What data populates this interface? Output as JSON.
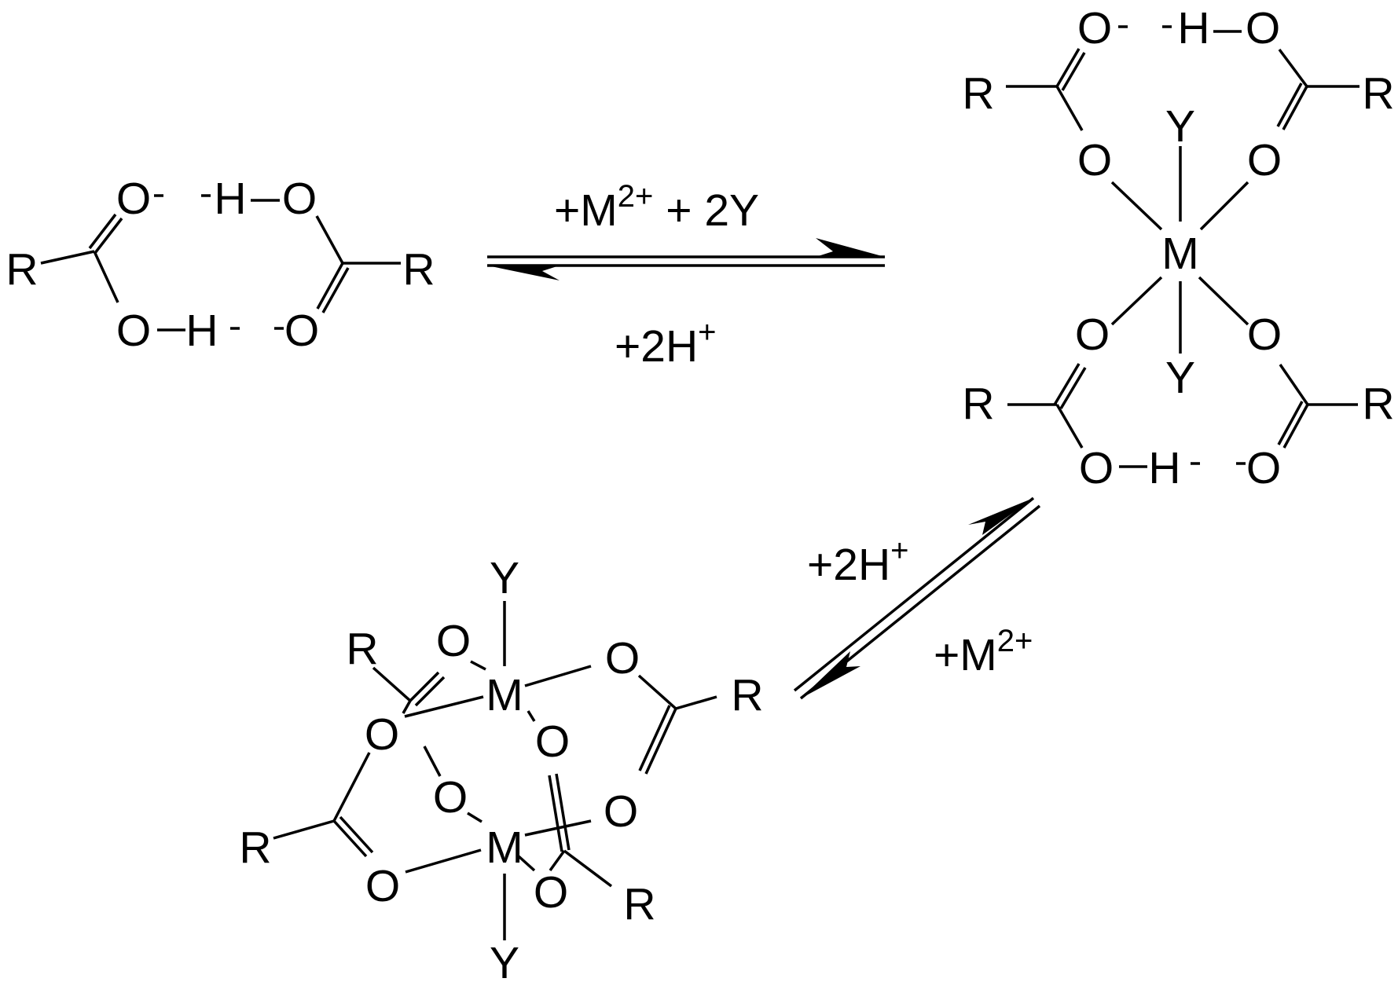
{
  "colors": {
    "ink": "#000000",
    "background": "#ffffff"
  },
  "atoms": {
    "r": "R",
    "o": "O",
    "h": "H",
    "m": "M",
    "y": "Y"
  },
  "arrows": {
    "top": {
      "forward_main": "+M",
      "forward_sup": "2+",
      "forward_tail": " + 2Y",
      "reverse_main": "+2H",
      "reverse_sup": "+"
    },
    "diagonal": {
      "forward_main": "+2H",
      "forward_sup": "+",
      "reverse_main": "+M",
      "reverse_sup": "2+"
    }
  }
}
